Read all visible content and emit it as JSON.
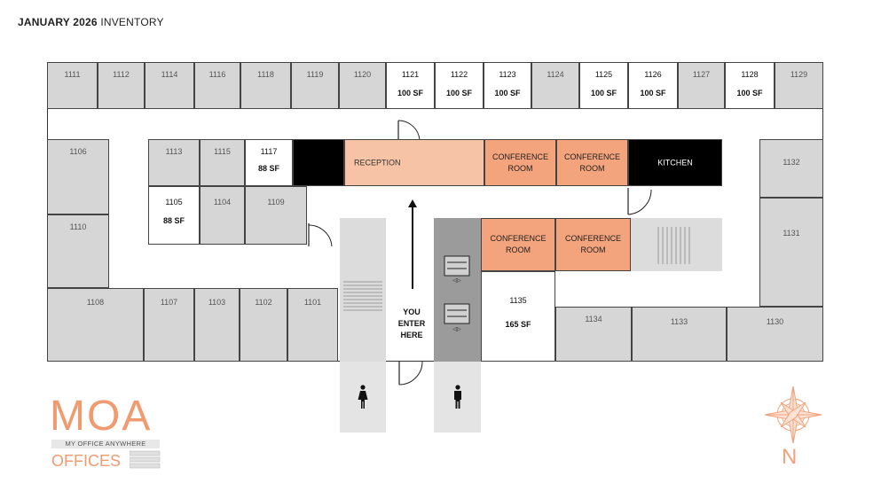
{
  "header": {
    "title_bold": "JANUARY 2026",
    "title_rest": "INVENTORY"
  },
  "rooms": {
    "r1111": {
      "num": "1111"
    },
    "r1112": {
      "num": "1112"
    },
    "r1114": {
      "num": "1114"
    },
    "r1116": {
      "num": "1116"
    },
    "r1118": {
      "num": "1118"
    },
    "r1119": {
      "num": "1119"
    },
    "r1120": {
      "num": "1120"
    },
    "r1121": {
      "num": "1121",
      "sf": "100 SF"
    },
    "r1122": {
      "num": "1122",
      "sf": "100 SF"
    },
    "r1123": {
      "num": "1123",
      "sf": "100 SF"
    },
    "r1124": {
      "num": "1124"
    },
    "r1125": {
      "num": "1125",
      "sf": "100 SF"
    },
    "r1126": {
      "num": "1126",
      "sf": "100 SF"
    },
    "r1127": {
      "num": "1127"
    },
    "r1128": {
      "num": "1128",
      "sf": "100 SF"
    },
    "r1129": {
      "num": "1129"
    },
    "r1106": {
      "num": "1106"
    },
    "r1110": {
      "num": "1110"
    },
    "r1113": {
      "num": "1113"
    },
    "r1115": {
      "num": "1115"
    },
    "r1117": {
      "num": "1117",
      "sf": "88 SF"
    },
    "r1105": {
      "num": "1105",
      "sf": "88 SF"
    },
    "r1104": {
      "num": "1104"
    },
    "r1109": {
      "num": "1109"
    },
    "r1108": {
      "num": "1108"
    },
    "r1107": {
      "num": "1107"
    },
    "r1103": {
      "num": "1103"
    },
    "r1102": {
      "num": "1102"
    },
    "r1101": {
      "num": "1101"
    },
    "r1135": {
      "num": "1135",
      "sf": "165 SF"
    },
    "r1134": {
      "num": "1134"
    },
    "r1133": {
      "num": "1133"
    },
    "r1130": {
      "num": "1130"
    },
    "r1132": {
      "num": "1132"
    },
    "r1131": {
      "num": "1131"
    }
  },
  "spaces": {
    "reception": "RECEPTION",
    "conf1": [
      "CONFERENCE",
      "ROOM"
    ],
    "conf2": [
      "CONFERENCE",
      "ROOM"
    ],
    "conf3": [
      "CONFERENCE",
      "ROOM"
    ],
    "conf4": [
      "CONFERENCE",
      "ROOM"
    ],
    "kitchen": "KITCHEN"
  },
  "entrance": [
    "YOU",
    "ENTER",
    "HERE"
  ],
  "logo": {
    "main": "MOA",
    "sub": "MY OFFICE ANYWHERE",
    "offices": "OFFICES"
  },
  "compass": {
    "north": "N"
  },
  "colors": {
    "occupied": "#d6d6d6",
    "available": "#ffffff",
    "conference": "#f4a47c",
    "reception": "#f6c3a6",
    "kitchen": "#000000",
    "brand": "#f09a70"
  }
}
